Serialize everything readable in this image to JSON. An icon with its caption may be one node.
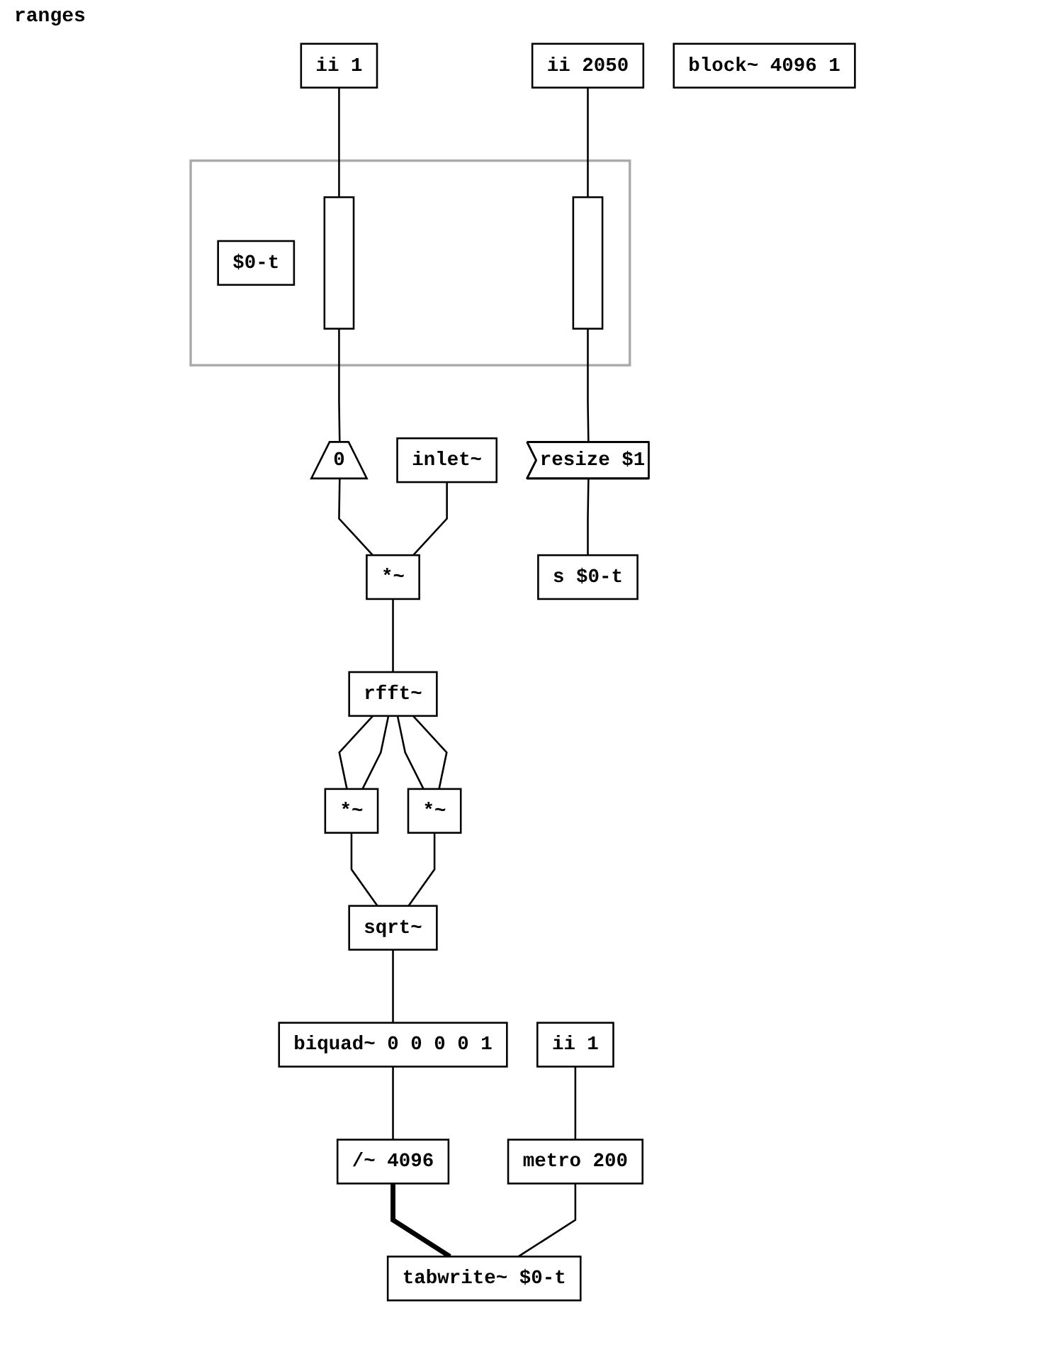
{
  "diagram": {
    "nodes": [
      {
        "text": [],
        "shape": "box"
      },
      {
        "text": [
          "$0-t"
        ],
        "in": 0
      },
      {
        "text": [],
        "shape": "bar",
        "in": 0
      },
      {
        "text": [],
        "shape": "bar",
        "in": 0
      },
      {
        "text": [
          "ii 2050"
        ]
      },
      {
        "text": [
          "ii 1"
        ]
      },
      {
        "text": [
          "block~ 4096 1"
        ]
      },
      {
        "text": [
          "0"
        ]
      },
      {
        "text": [
          "inlet~"
        ]
      },
      {
        "text": [
          "*~"
        ]
      },
      {
        "text": [
          "rfft~"
        ]
      },
      {
        "text": [
          "resize $1"
        ]
      },
      {
        "text": [
          "*~"
        ]
      },
      {
        "text": [
          "*~"
        ]
      },
      {
        "text": [
          "s $0-t"
        ]
      },
      {
        "text": [
          "sqrt~"
        ]
      },
      {
        "text": [
          "biquad~ 0 0 0 0 1"
        ]
      },
      {
        "text": [
          "/~ 4096"
        ]
      },
      {
        "text": [
          "ii 1"
        ]
      },
      {
        "text": [
          "metro 200"
        ]
      },
      {
        "text": [
          "tabwrite~ $0-t"
        ]
      }
    ],
    "edges": [
      {
        "from": 4,
        "to": 3,
        "arrow": "none"
      },
      {
        "from": 5,
        "to": 2,
        "arrow": "none"
      },
      {
        "from": 2,
        "to": 7,
        "arrow": "none"
      },
      {
        "from": 3,
        "to": 11,
        "arrow": "none"
      },
      {
        "from": 7,
        "to": 9,
        "arrow": "none"
      },
      {
        "from": 8,
        "to": 9,
        "arrow": "none"
      },
      {
        "from": 9,
        "to": 10,
        "arrow": "none"
      },
      {
        "from": 10,
        "to": 12,
        "arrow": "none"
      },
      {
        "from": 10,
        "to": 12,
        "arrow": "none"
      },
      {
        "from": 10,
        "to": 13,
        "arrow": "none"
      },
      {
        "from": 10,
        "to": 13,
        "arrow": "none"
      },
      {
        "from": 12,
        "to": 15,
        "arrow": "none"
      },
      {
        "from": 13,
        "to": 15,
        "arrow": "none"
      },
      {
        "from": 15,
        "to": 16,
        "arrow": "none"
      },
      {
        "from": 16,
        "to": 17,
        "arrow": "none"
      },
      {
        "from": 17,
        "to": 20,
        "arrow": "none",
        "style": "thick"
      },
      {
        "from": 18,
        "to": 19,
        "arrow": "none"
      },
      {
        "from": 19,
        "to": 20,
        "arrow": "none"
      },
      {
        "from": 11,
        "to": 14,
        "arrow": "none"
      }
    ],
    "labels": [
      "ranges"
    ]
  }
}
